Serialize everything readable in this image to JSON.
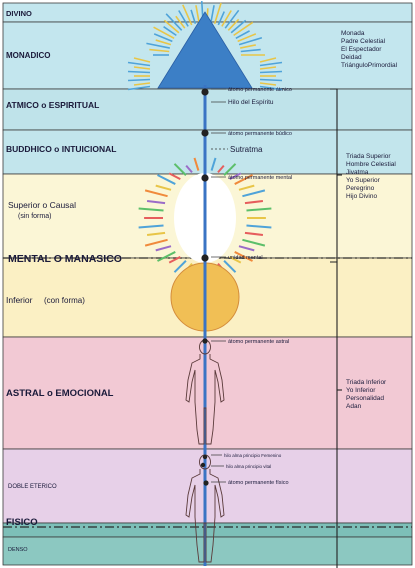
{
  "colors": {
    "divino": "#c3e6ee",
    "monadico": "#c3e6ee",
    "atmico": "#bfe3ea",
    "buddhico": "#c2e5ec",
    "superior": "#fbf6d6",
    "inferior": "#fbf0c4",
    "astral": "#f2c9d4",
    "etereo": "#e7d0e8",
    "fisico": "#7dbfb8",
    "denso": "#8cc8c1",
    "line": "#3a74c4",
    "triangle": "#3c7fc6",
    "sphere": "#f1bf55",
    "band_border": "#3a3a3a"
  },
  "planes": {
    "divino": "DIVINO",
    "monadico": "MONADICO",
    "atmico": "ATMICO o ESPIRITUAL",
    "buddhico": "BUDDHICO o INTUICIONAL",
    "superior": "Superior o Causal",
    "superior_sub": "(sin forma)",
    "mental": "MENTAL O MANASICO",
    "inferior": "Inferior",
    "inferior_sub": "(con forma)",
    "astral": "ASTRAL o EMOCIONAL",
    "etereo": "DOBLE ETERICO",
    "fisico": "FISICO",
    "denso": "DENSO"
  },
  "annotations": {
    "atomo_atmico": "átomo permanente átmico",
    "hilo_espiritu": "Hilo del Espíritu",
    "atomo_budico": "átomo permanente búdico",
    "sutratma": "Sutratma",
    "atomo_mental": "átomo permanente mental",
    "unidad_mental": "unidad mental",
    "atomo_astral": "átomo permanente astral",
    "hilo_femenino": "hilo alma principio Femenino",
    "hilo_vital": "hilo alma principio vital",
    "atomo_fisico": "átomo permanente físico"
  },
  "monada_list": [
    "Monada",
    "Padre Celestial",
    "El Espectador",
    "Deidad",
    "TriánguloPrimordial"
  ],
  "triada_superior": [
    "Triada Superior",
    "Hombre Celestial",
    "Jivatma",
    "Yo Superior",
    "Peregrino",
    "Hijo Divino"
  ],
  "triada_inferior": [
    "Triada Inferior",
    "Yo Inferior",
    "Personalidad",
    "Adan"
  ]
}
